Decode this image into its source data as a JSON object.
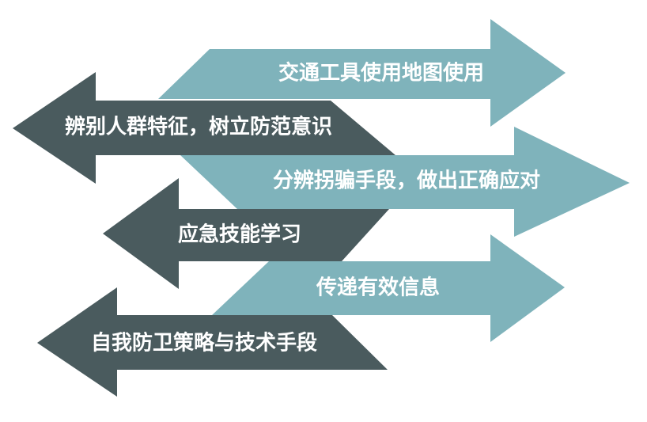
{
  "arrows": [
    {
      "label": "交通工具使用地图使用",
      "direction": "right",
      "color": "#7fb3bb"
    },
    {
      "label": "辨别人群特征，树立防范意识",
      "direction": "left",
      "color": "#4a5b5e"
    },
    {
      "label": "分辨拐骗手段，做出正确应对",
      "direction": "right",
      "color": "#7fb3bb"
    },
    {
      "label": "应急技能学习",
      "direction": "left",
      "color": "#4a5b5e"
    },
    {
      "label": "传递有效信息",
      "direction": "right",
      "color": "#7fb3bb"
    },
    {
      "label": "自我防卫策略与技术手段",
      "direction": "left",
      "color": "#4a5b5e"
    }
  ]
}
